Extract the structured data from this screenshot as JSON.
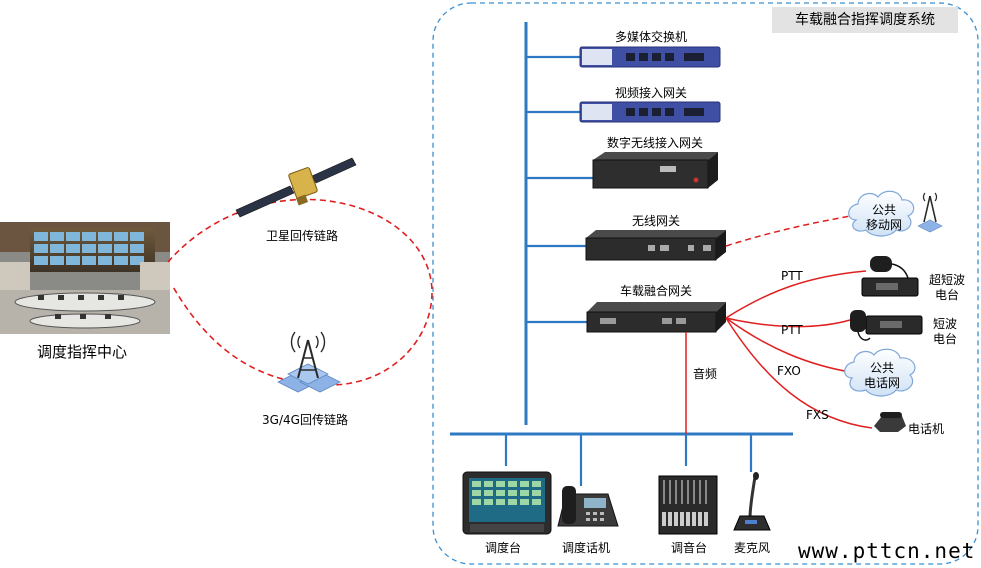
{
  "system_title": "车载融合指挥调度系统",
  "command_center": {
    "label": "调度指挥中心"
  },
  "links": {
    "satellite": "卫星回传链路",
    "cellular": "3G/4G回传链路"
  },
  "devices": {
    "multimedia_switch": "多媒体交换机",
    "video_gateway": "视频接入网关",
    "digital_wireless_gateway": "数字无线接入网关",
    "wireless_gateway": "无线网关",
    "vehicle_gateway": "车载融合网关"
  },
  "connections": {
    "ptt1": "PTT",
    "ptt2": "PTT",
    "fxo": "FXO",
    "fxs": "FXS",
    "audio": "音频"
  },
  "endpoints": {
    "public_mobile_line1": "公共",
    "public_mobile_line2": "移动网",
    "ultrashort_line1": "超短波",
    "ultrashort_line2": "电台",
    "shortwave_line1": "短波",
    "shortwave_line2": "电台",
    "public_phone_line1": "公共",
    "public_phone_line2": "电话网",
    "telephone": "电话机"
  },
  "terminals": {
    "console": "调度台",
    "dispatch_phone": "调度话机",
    "mixer": "调音台",
    "microphone": "麦克风"
  },
  "watermark": "www.pttcn.net",
  "colors": {
    "bus": "#2f78c4",
    "red_link": "#e02020",
    "frame": "#3b8fd0"
  }
}
